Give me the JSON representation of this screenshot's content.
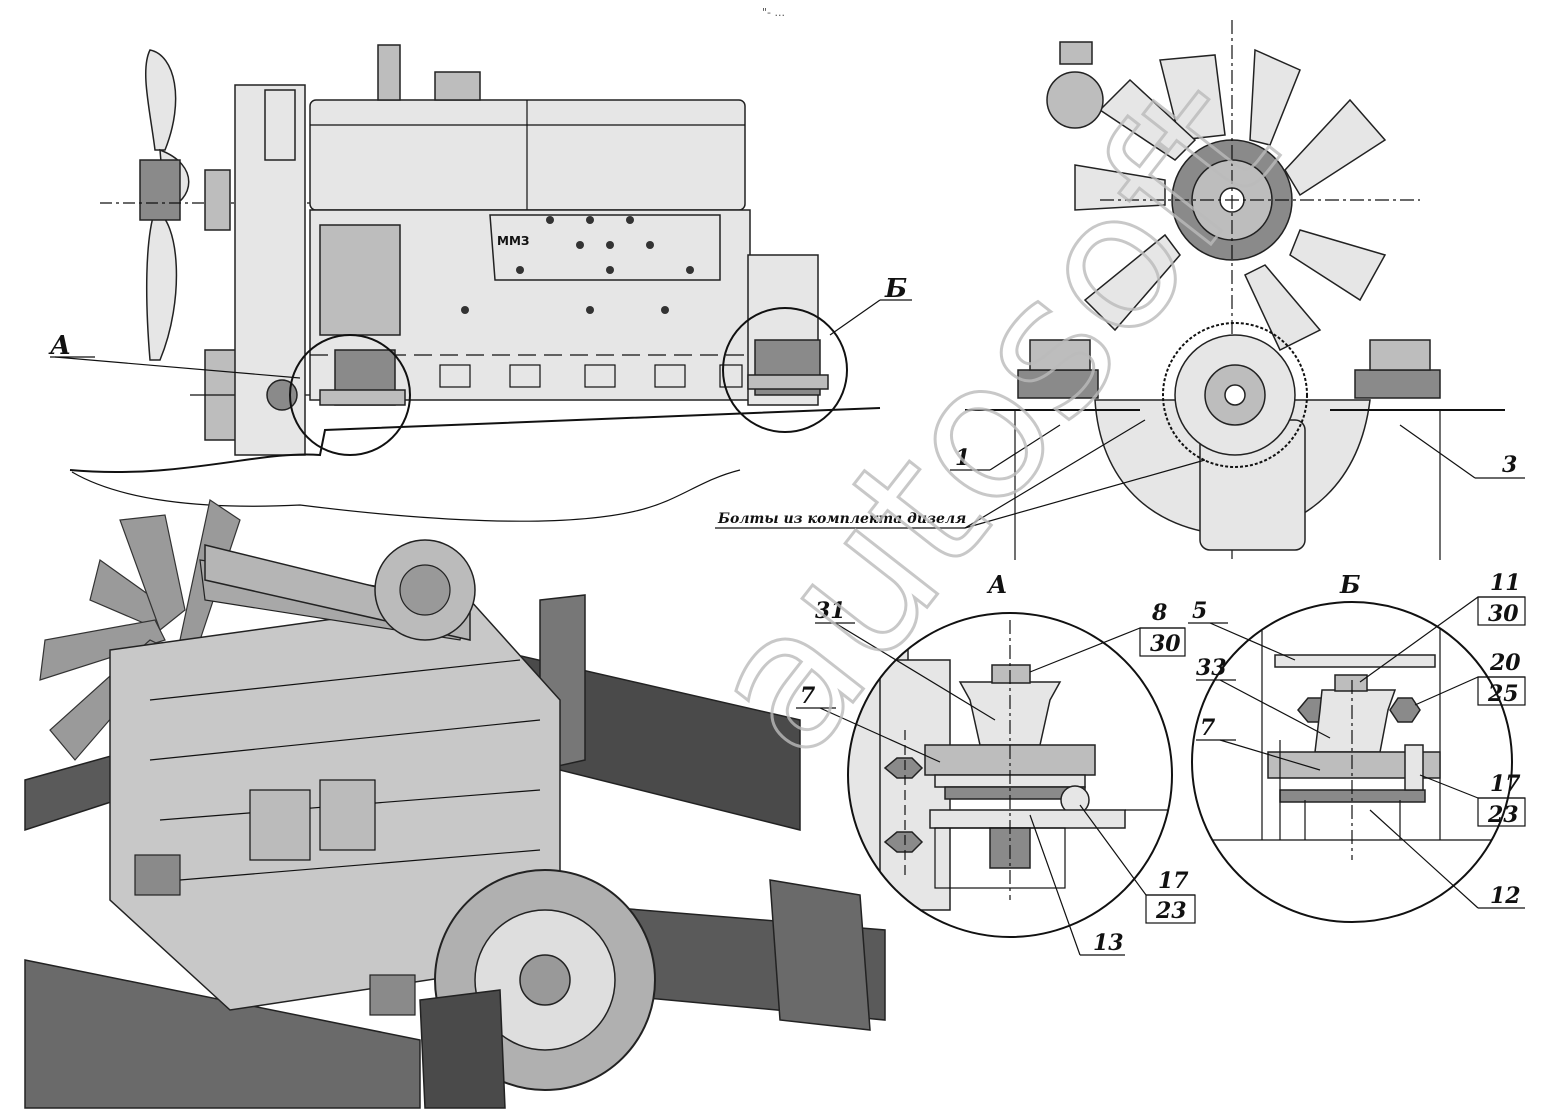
{
  "header_mark": "\"- ...",
  "watermark": "autosoft",
  "views": {
    "side": {
      "callout_a": "А",
      "callout_b": "Б"
    },
    "front": {
      "label_1": "1",
      "label_3": "3",
      "bolts_note": "Болты из комплекта дизеля"
    }
  },
  "detail_a": {
    "title": "А",
    "labels": {
      "l31": "31",
      "l8": "8",
      "l30": "30",
      "l7": "7",
      "l17": "17",
      "l23": "23",
      "l13": "13"
    }
  },
  "detail_b": {
    "title": "Б",
    "labels": {
      "l5": "5",
      "l11": "11",
      "l30": "30",
      "l33": "33",
      "l20": "20",
      "l25": "25",
      "l7": "7",
      "l17": "17",
      "l23": "23",
      "l12": "12"
    }
  }
}
